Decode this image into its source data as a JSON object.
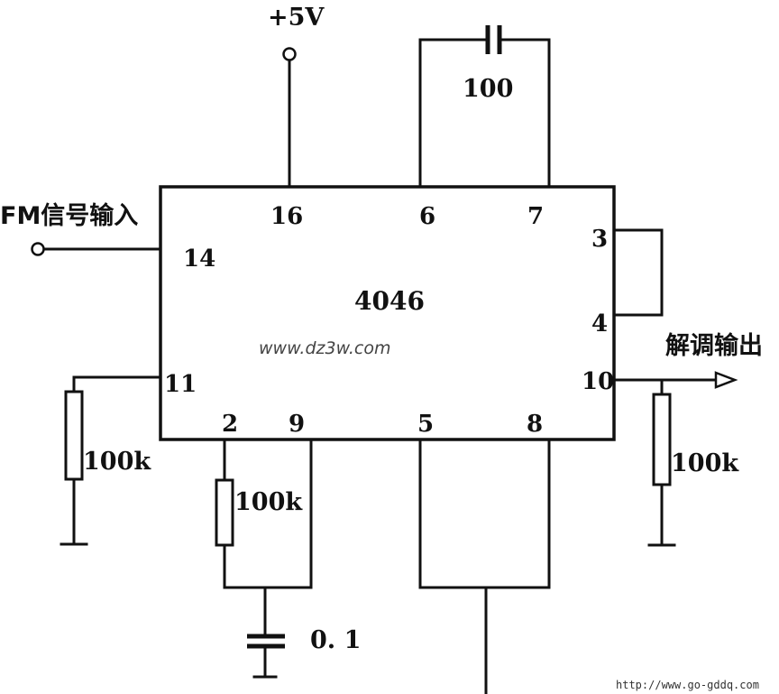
{
  "chip": {
    "name": "4046"
  },
  "supply": {
    "label": "+5V"
  },
  "pins": {
    "p16": "16",
    "p6": "6",
    "p7": "7",
    "p3": "3",
    "p4": "4",
    "p14": "14",
    "p11": "11",
    "p10": "10",
    "p2": "2",
    "p9": "9",
    "p5": "5",
    "p8": "8"
  },
  "signals": {
    "input": "FM信号输入",
    "output": "解调输出"
  },
  "components": {
    "cap_top": "100",
    "res_left": "100k",
    "res_pin2": "100k",
    "res_right": "100k",
    "cap_bottom": "0. 1"
  },
  "watermarks": {
    "center": "www.dz3w.com",
    "corner": "http://www.go-gddq.com"
  }
}
